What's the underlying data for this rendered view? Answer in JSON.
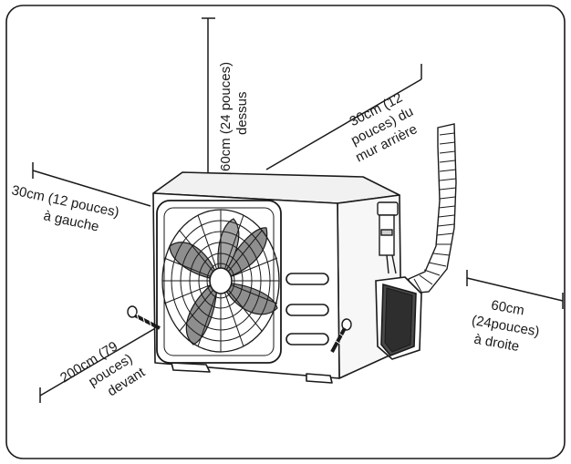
{
  "labels": {
    "top_line1": "60cm (24 pouces)",
    "top_line2": "dessus",
    "rear_line1": "30cm (12",
    "rear_line2": "pouces) du",
    "rear_line3": "mur arrière",
    "left_line1": "30cm (12 pouces)",
    "left_line2": "à gauche",
    "right_line1": "60cm",
    "right_line2": "(24pouces)",
    "right_line3": "à droite",
    "front_line1": "200cm (79",
    "front_line2": "pouces)",
    "front_line3": "devant"
  }
}
